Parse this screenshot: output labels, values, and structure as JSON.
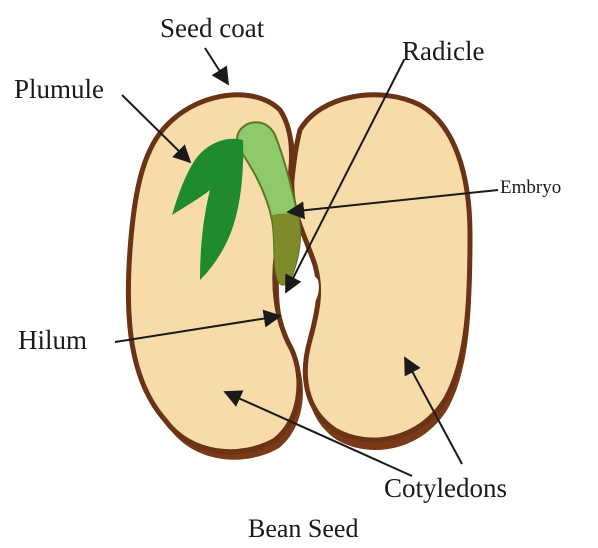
{
  "diagram": {
    "labels": {
      "seed_coat": "Seed coat",
      "radicle": "Radicle",
      "plumule": "Plumule",
      "embryo": "Embryo",
      "hilum": "Hilum",
      "cotyledons": "Cotyledons"
    },
    "caption": "Bean Seed"
  },
  "colors": {
    "cotyledon_fill": "#f7dcaa",
    "seed_coat": "#6b3316",
    "seed_coat_shadow": "#7a3a18",
    "plumule": "#1f8a2e",
    "radicle_light": "#8fca6a",
    "radicle_dark": "#7f8a2a",
    "line": "#1a1a1a"
  }
}
